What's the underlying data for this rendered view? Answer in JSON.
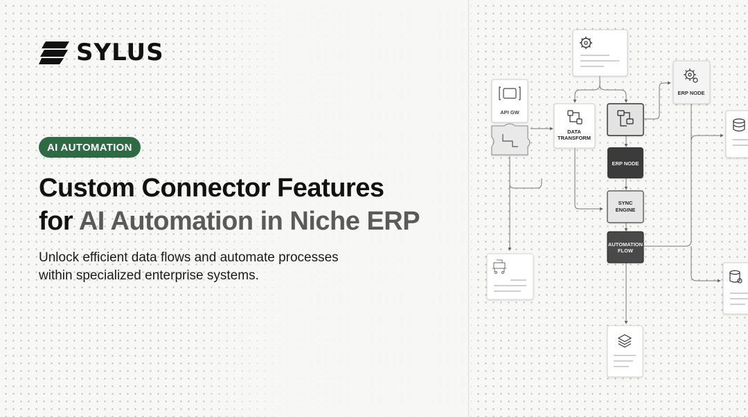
{
  "brand": {
    "name": "SYLUS"
  },
  "badge": {
    "label": "AI AUTOMATION"
  },
  "headline": {
    "line1": "Custom Connector Features",
    "line2_prefix": "for ",
    "line2_accent": "AI Automation in Niche ERP"
  },
  "subtitle": {
    "line1": "Unlock efficient data flows and automate processes",
    "line2": "within specialized enterprise systems."
  },
  "diagram": {
    "api_gw": "API GW",
    "data_transform_1": "DATA",
    "data_transform_2": "TRANSFORM",
    "erp_node_dark": "ERP NODE",
    "sync_engine_1": "SYNC",
    "sync_engine_2": "ENGINE",
    "automation_flow_1": "AUTOMATION",
    "automation_flow_2": "FLOW",
    "erp_node_top": "ERP NODE"
  },
  "colors": {
    "badge_bg": "#2e6b45",
    "accent_text": "#5a5a5a",
    "dark_node": "#3a3a3a"
  }
}
